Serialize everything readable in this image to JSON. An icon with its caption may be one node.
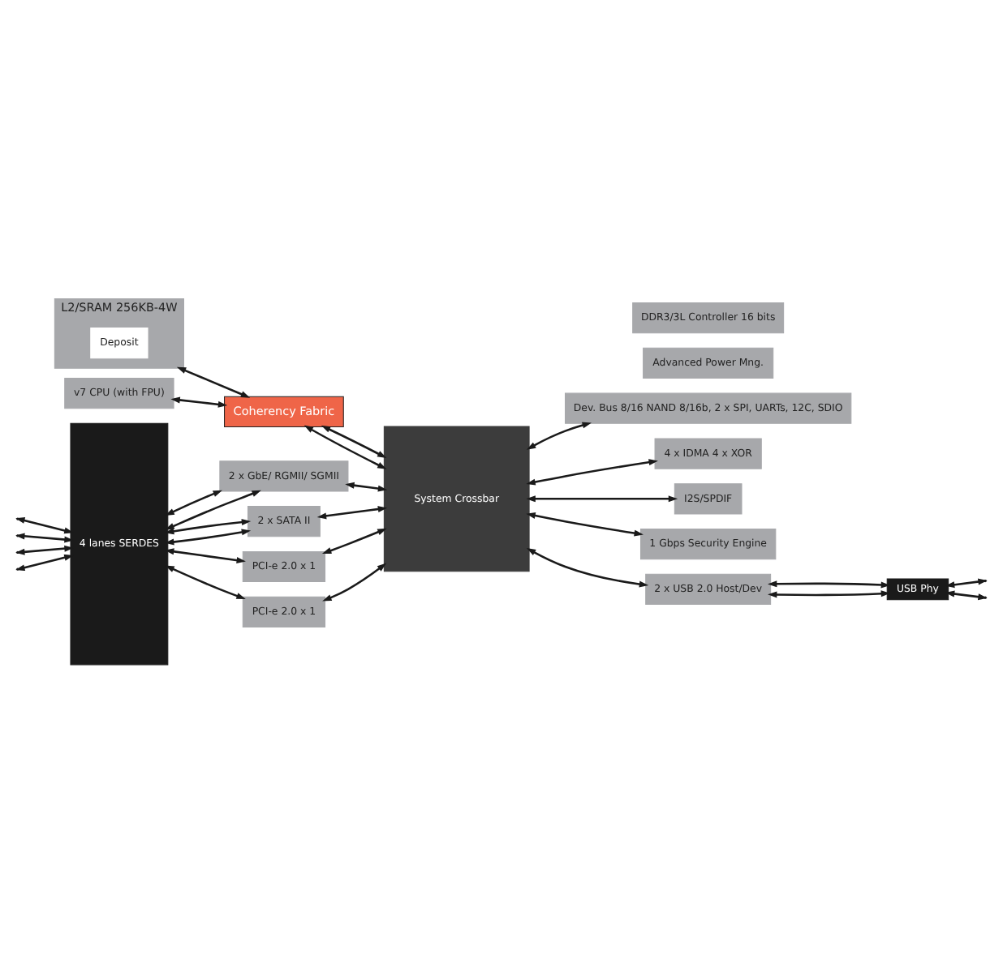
{
  "diagram": {
    "nodes": [
      {
        "text": [
          "L2/SRAM 256KB-4W"
        ]
      },
      {
        "text": [
          "Deposit"
        ],
        "in": 0
      },
      {
        "text": [
          "v7 CPU (with FPU)"
        ]
      },
      {
        "text": [
          "Advanced Power Mng."
        ]
      },
      {
        "text": [
          "DDR3/3L Controller 16 bits"
        ]
      },
      {
        "text": [
          "Coherency Fabric"
        ]
      },
      {
        "text": [
          "4 lanes SERDES"
        ]
      },
      {
        "text": [
          "2 x GbE/ RGMII/ SGMII"
        ]
      },
      {
        "text": [
          "System Crossbar"
        ]
      },
      {
        "text": [
          "Dev. Bus 8/16 NAND 8/16b, 2 x SPI, UARTs, 12C, SDIO"
        ]
      },
      {
        "text": [
          "2 x SATA II"
        ]
      },
      {
        "text": [
          "4 x IDMA 4 x XOR"
        ]
      },
      {
        "text": [
          "I2S/SPDIF"
        ]
      },
      {
        "text": [
          "PCI-e 2.0 x 1"
        ]
      },
      {
        "text": [
          "1 Gbps Security Engine"
        ]
      },
      {
        "text": [
          "PCI-e 2.0 x 1"
        ]
      },
      {
        "text": [
          "2 x USB 2.0 Host/Dev"
        ]
      },
      {
        "text": [
          "USB Phy"
        ]
      }
    ],
    "edges": [
      {
        "from": 0,
        "to": 5,
        "arrow": "both"
      },
      {
        "from": 2,
        "to": 5,
        "arrow": "both"
      },
      {
        "from": 5,
        "to": 8,
        "arrow": "both"
      },
      {
        "from": 5,
        "to": 8,
        "arrow": "both"
      },
      {
        "from": 7,
        "to": 8,
        "arrow": "both"
      },
      {
        "from": 10,
        "to": 8,
        "arrow": "both"
      },
      {
        "from": 13,
        "to": 8,
        "arrow": "both"
      },
      {
        "from": 15,
        "to": 8,
        "arrow": "both"
      },
      {
        "from": 8,
        "to": 9,
        "arrow": "both"
      },
      {
        "from": 8,
        "to": 11,
        "arrow": "both"
      },
      {
        "from": 8,
        "to": 12,
        "arrow": "both"
      },
      {
        "from": 8,
        "to": 14,
        "arrow": "both"
      },
      {
        "from": 8,
        "to": 16,
        "arrow": "both"
      },
      {
        "from": 6,
        "to": 7,
        "arrow": "both"
      },
      {
        "from": 6,
        "to": 7,
        "arrow": "both"
      },
      {
        "from": 6,
        "to": 10,
        "arrow": "both"
      },
      {
        "from": 6,
        "to": 10,
        "arrow": "both"
      },
      {
        "from": 6,
        "to": 13,
        "arrow": "both"
      },
      {
        "from": 6,
        "to": 15,
        "arrow": "both"
      },
      {
        "from": null,
        "to": 6,
        "arrow": "both"
      },
      {
        "from": null,
        "to": 6,
        "arrow": "both"
      },
      {
        "from": null,
        "to": 6,
        "arrow": "both"
      },
      {
        "from": null,
        "to": 6,
        "arrow": "both"
      },
      {
        "from": 16,
        "to": 17,
        "arrow": "both"
      },
      {
        "from": 16,
        "to": 17,
        "arrow": "both"
      },
      {
        "from": 17,
        "to": null,
        "arrow": "both"
      },
      {
        "from": 17,
        "to": null,
        "arrow": "both"
      }
    ]
  }
}
